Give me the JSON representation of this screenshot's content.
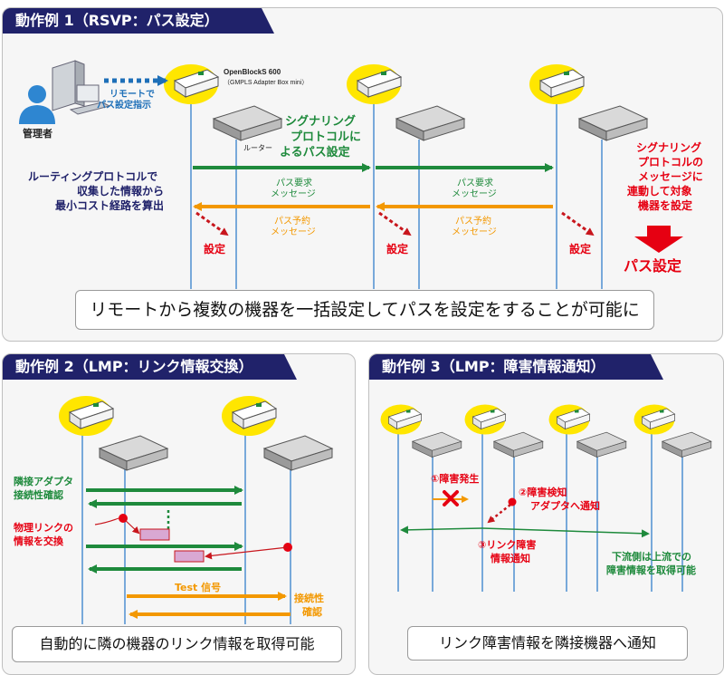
{
  "panel1": {
    "title": "動作例 1（RSVP：パス設定）",
    "device_name": "OpenBlockS 600",
    "device_sub": "（GMPLS Adapter Box mini）",
    "admin_label": "管理者",
    "remote_lines": [
      "リモートで",
      "パス設定指示"
    ],
    "router_label": "ルーター",
    "signaling_lines": [
      "シグナリング",
      "プロトコルに",
      "よるパス設定"
    ],
    "routing_lines": [
      "ルーティングプロトコルで",
      "収集した情報から",
      "最小コスト経路を算出"
    ],
    "request_lines": [
      "パス要求",
      "メッセージ"
    ],
    "reserve_lines": [
      "パス予約",
      "メッセージ"
    ],
    "setting_label": "設定",
    "right_note_lines": [
      "シグナリング",
      "プロトコルの",
      "メッセージに",
      "連動して対象",
      "機器を設定"
    ],
    "path_setting": "パス設定",
    "caption": "リモートから複数の機器を一括設定してパスを設定をすることが可能に"
  },
  "panel2": {
    "title": "動作例 2（LMP：リンク情報交換）",
    "adjacency_lines": [
      "隣接アダプタ",
      "接続性確認"
    ],
    "physical_lines": [
      "物理リンクの",
      "情報を交換"
    ],
    "test_signal": "Test 信号",
    "connectivity_lines": [
      "接続性",
      "確認"
    ],
    "caption": "自動的に隣の機器のリンク情報を取得可能"
  },
  "panel3": {
    "title": "動作例 3（LMP：障害情報通知）",
    "step1": "①障害発生",
    "step2_lines": [
      "②障害検知",
      "アダプタへ通知"
    ],
    "step3_lines": [
      "③リンク障害",
      "情報通知"
    ],
    "downstream_lines": [
      "下流側は上流での",
      "障害情報を取得可能"
    ],
    "caption": "リンク障害情報を隣接機器へ通知"
  },
  "colors": {
    "navy": "#20226a",
    "green": "#1e8a3c",
    "orange": "#f39800",
    "red": "#e60012",
    "blue": "#1d6fb8",
    "line": "#4f8fd0"
  }
}
